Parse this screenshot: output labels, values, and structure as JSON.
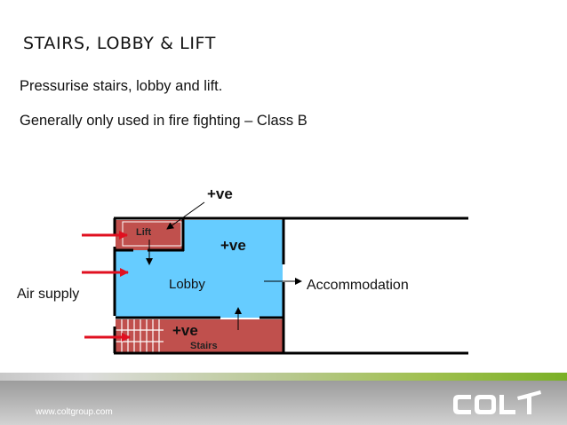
{
  "slide": {
    "title": "STAIRS, LOBBY & LIFT",
    "lines": [
      "Pressurise stairs, lobby and lift.",
      "Generally only used in fire fighting – Class B"
    ]
  },
  "diagram": {
    "labels": {
      "positive_top": "+ve",
      "positive_lobby": "+ve",
      "positive_stairs": "+ve",
      "lift": "Lift",
      "lobby": "Lobby",
      "stairs": "Stairs",
      "accommodation": "Accommodation",
      "air_supply": "Air supply"
    },
    "colors": {
      "lobby": "#66ccff",
      "lift": "#c0504d",
      "stairs": "#c0504d",
      "air_arrow": "#e01020",
      "wall": "#000000"
    }
  },
  "footer": {
    "url": "www.coltgroup.com",
    "logo_text": "COLT",
    "bar_colors": [
      "#c8c8c8",
      "#7ab026"
    ]
  }
}
